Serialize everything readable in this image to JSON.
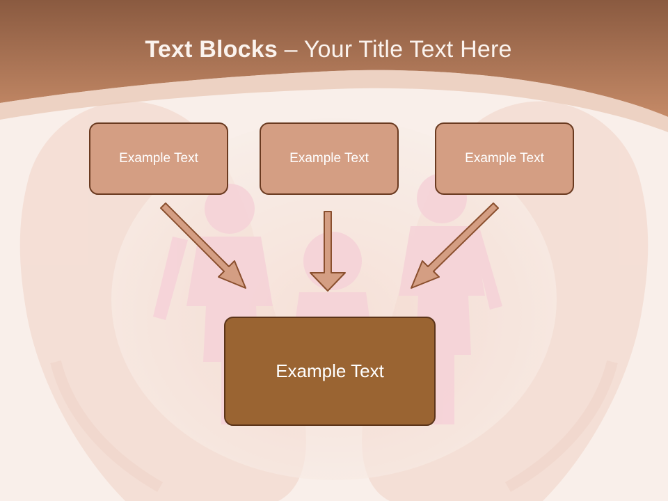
{
  "slide": {
    "title_bold": "Text Blocks",
    "title_separator": " – ",
    "title_rest": "Your Title Text Here"
  },
  "blocks": {
    "top": [
      "Example Text",
      "Example Text",
      "Example Text"
    ],
    "bottom": "Example Text"
  },
  "colors": {
    "header_dark": "#8a5a40",
    "header_light": "#c58a67",
    "small_box_fill": "#d49e83",
    "large_box_fill": "#9a6432",
    "arrow_fill": "#d49e83",
    "border": "#6a3a20"
  },
  "icons": {
    "background": "cupped-hands-paper-family-photo",
    "arrows": "down-arrow-icon"
  }
}
